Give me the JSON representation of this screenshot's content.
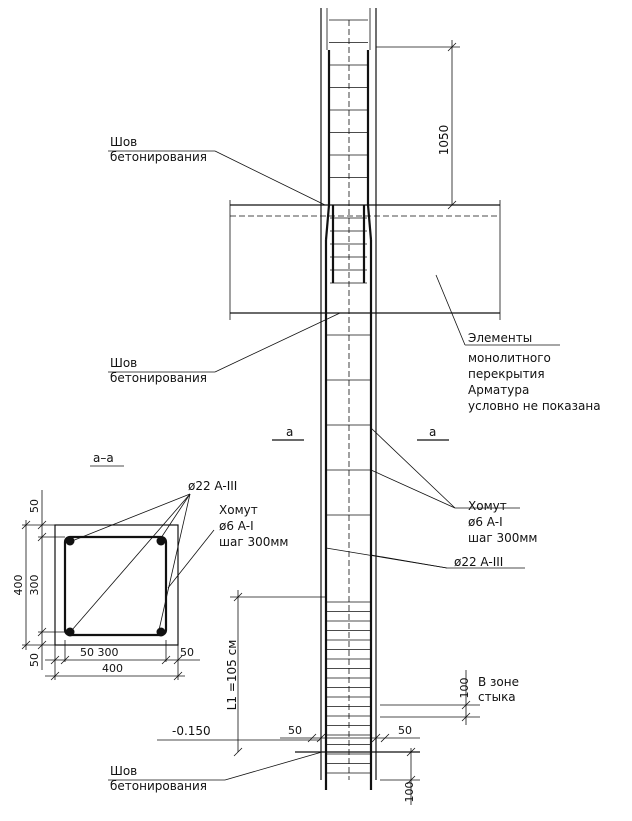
{
  "labels": {
    "joint_top": [
      "Шов",
      "бетонирования"
    ],
    "joint_mid": [
      "Шов",
      "бетонирования"
    ],
    "joint_bottom": [
      "Шов",
      "бетонирования"
    ],
    "slab_elements": [
      "Элементы",
      "монолитного",
      "перекрытия",
      "Арматура",
      "условно не показана"
    ],
    "tie_right": [
      "Хомут",
      "ø6 A-I",
      "шаг 300мм"
    ],
    "tie_section": [
      "Хомут",
      "ø6 A-I",
      "шаг 300мм"
    ],
    "bar_right": "ø22 A-III",
    "bar_section": "ø22 A-III",
    "joint_zone": [
      "В зоне",
      "стыка"
    ],
    "section_mark_left": "а",
    "section_mark_right": "а",
    "section_title": "а–а"
  },
  "dimensions": {
    "top_lap": "1050",
    "lap_length": "L1 =105 см",
    "zone_spacing": "100",
    "bottom_spacing": "100",
    "cover_left": "50",
    "cover_right": "50",
    "level": "-0.150",
    "section_top_cover": "50",
    "section_inner_v": "300",
    "section_total_v": "400",
    "section_bottom_cover": "50",
    "section_bottom": "50 300",
    "section_right_cover": "50",
    "section_total_h": "400"
  }
}
